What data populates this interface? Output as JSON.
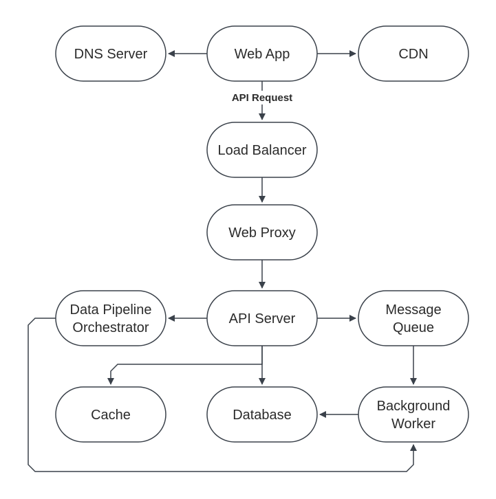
{
  "nodes": [
    {
      "id": "dns",
      "lines": [
        "DNS Server"
      ]
    },
    {
      "id": "webapp",
      "lines": [
        "Web App"
      ]
    },
    {
      "id": "cdn",
      "lines": [
        "CDN"
      ]
    },
    {
      "id": "lb",
      "lines": [
        "Load Balancer"
      ]
    },
    {
      "id": "proxy",
      "lines": [
        "Web Proxy"
      ]
    },
    {
      "id": "pipeline",
      "lines": [
        "Data Pipeline",
        "Orchestrator"
      ]
    },
    {
      "id": "api",
      "lines": [
        "API Server"
      ]
    },
    {
      "id": "mq",
      "lines": [
        "Message",
        "Queue"
      ]
    },
    {
      "id": "cache",
      "lines": [
        "Cache"
      ]
    },
    {
      "id": "db",
      "lines": [
        "Database"
      ]
    },
    {
      "id": "worker",
      "lines": [
        "Background",
        "Worker"
      ]
    }
  ],
  "edges": [
    {
      "id": "webapp-dns",
      "from": "webapp",
      "to": "dns",
      "label": ""
    },
    {
      "id": "webapp-cdn",
      "from": "webapp",
      "to": "cdn",
      "label": ""
    },
    {
      "id": "webapp-lb",
      "from": "webapp",
      "to": "lb",
      "label": "API Request"
    },
    {
      "id": "lb-proxy",
      "from": "lb",
      "to": "proxy",
      "label": ""
    },
    {
      "id": "proxy-api",
      "from": "proxy",
      "to": "api",
      "label": ""
    },
    {
      "id": "api-pipeline",
      "from": "api",
      "to": "pipeline",
      "label": ""
    },
    {
      "id": "api-mq",
      "from": "api",
      "to": "mq",
      "label": ""
    },
    {
      "id": "api-cache",
      "from": "api",
      "to": "cache",
      "label": ""
    },
    {
      "id": "api-db",
      "from": "api",
      "to": "db",
      "label": ""
    },
    {
      "id": "mq-worker",
      "from": "mq",
      "to": "worker",
      "label": ""
    },
    {
      "id": "worker-db",
      "from": "worker",
      "to": "db",
      "label": ""
    },
    {
      "id": "pipeline-worker",
      "from": "pipeline",
      "to": "worker",
      "label": ""
    }
  ],
  "style": {
    "stroke": "#3a414a",
    "text": "#2b2b2b",
    "fill": "#ffffff"
  }
}
